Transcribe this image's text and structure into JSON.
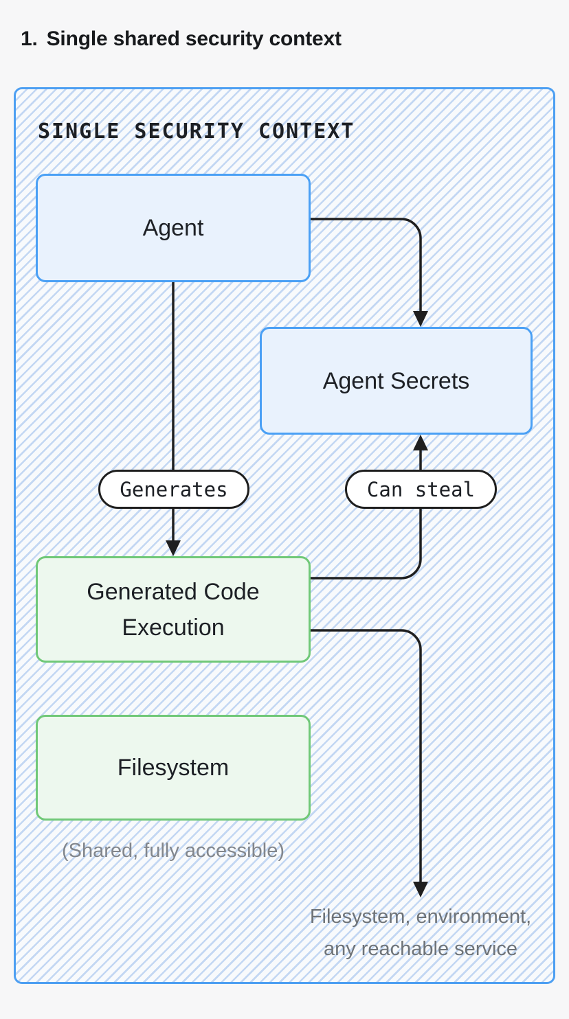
{
  "heading": {
    "number": "1.",
    "title": "Single shared security context"
  },
  "diagram": {
    "container_label": "SINGLE SECURITY CONTEXT",
    "nodes": [
      {
        "id": "agent",
        "label": "Agent",
        "kind": "blue"
      },
      {
        "id": "agent-secrets",
        "label": "Agent Secrets",
        "kind": "blue"
      },
      {
        "id": "generated-code-execution",
        "label": "Generated Code Execution",
        "kind": "green"
      },
      {
        "id": "filesystem",
        "label": "Filesystem",
        "kind": "green"
      }
    ],
    "edge_labels": [
      {
        "id": "generates",
        "label": "Generates"
      },
      {
        "id": "can-steal",
        "label": "Can steal"
      }
    ],
    "edges": [
      {
        "from": "agent",
        "to": "generated-code-execution",
        "label": "Generates"
      },
      {
        "from": "agent",
        "to": "agent-secrets",
        "label": ""
      },
      {
        "from": "generated-code-execution",
        "to": "agent-secrets",
        "label": "Can steal"
      },
      {
        "from": "generated-code-execution",
        "to": "external-sink",
        "label": ""
      }
    ],
    "annotations": {
      "filesystem_note": "(Shared, fully accessible)",
      "sink_caption_line1": "Filesystem, environment,",
      "sink_caption_line2": "any reachable service"
    }
  },
  "theme": {
    "page-bg": "#f7f7f8",
    "heading-color": "#17191c",
    "container-border": "#4d9ff2",
    "container-bg": "#f8fafc",
    "hatch-line": "rgba(151,186,235,0.55)",
    "blue-border": "#4aa0f5",
    "blue-fill": "#e9f2fd",
    "green-border": "#70c878",
    "green-fill": "#edf8ee",
    "pill-border": "#1e1e1e",
    "pill-bg": "#ffffff",
    "line-color": "#1f1f1f",
    "text-dark": "#1d2025",
    "gray-note": "#82868c",
    "gray-caption": "#6e7378"
  }
}
